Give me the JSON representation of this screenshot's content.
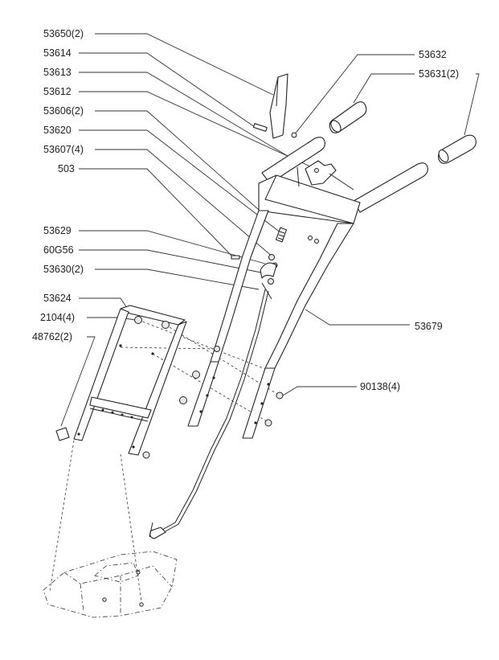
{
  "labels": {
    "l53650": "53650(2)",
    "l53614": "53614",
    "l53613": "53613",
    "l53612": "53612",
    "l53606": "53606(2)",
    "l53620": "53620",
    "l53607": "53607(4)",
    "l503": "503",
    "l53629": "53629",
    "l60G56": "60G56",
    "l53630": "53630(2)",
    "l53624": "53624",
    "l2104": "2104(4)",
    "l48762": "48762(2)",
    "l53632": "53632",
    "l53631": "53631(2)",
    "l53679": "53679",
    "l90138": "90138(4)"
  }
}
